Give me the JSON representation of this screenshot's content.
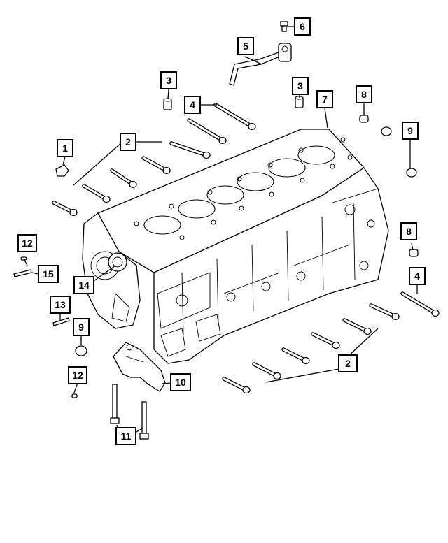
{
  "callouts": [
    {
      "id": "c6",
      "label": "6"
    },
    {
      "id": "c5",
      "label": "5"
    },
    {
      "id": "c3a",
      "label": "3"
    },
    {
      "id": "c3b",
      "label": "3"
    },
    {
      "id": "c4a",
      "label": "4"
    },
    {
      "id": "c7",
      "label": "7"
    },
    {
      "id": "c8a",
      "label": "8"
    },
    {
      "id": "c9a",
      "label": "9"
    },
    {
      "id": "c1",
      "label": "1"
    },
    {
      "id": "c2a",
      "label": "2"
    },
    {
      "id": "c12a",
      "label": "12"
    },
    {
      "id": "c15",
      "label": "15"
    },
    {
      "id": "c14",
      "label": "14"
    },
    {
      "id": "c8b",
      "label": "8"
    },
    {
      "id": "c4b",
      "label": "4"
    },
    {
      "id": "c13",
      "label": "13"
    },
    {
      "id": "c9b",
      "label": "9"
    },
    {
      "id": "c2b",
      "label": "2"
    },
    {
      "id": "c12b",
      "label": "12"
    },
    {
      "id": "c10",
      "label": "10"
    },
    {
      "id": "c11",
      "label": "11"
    }
  ]
}
